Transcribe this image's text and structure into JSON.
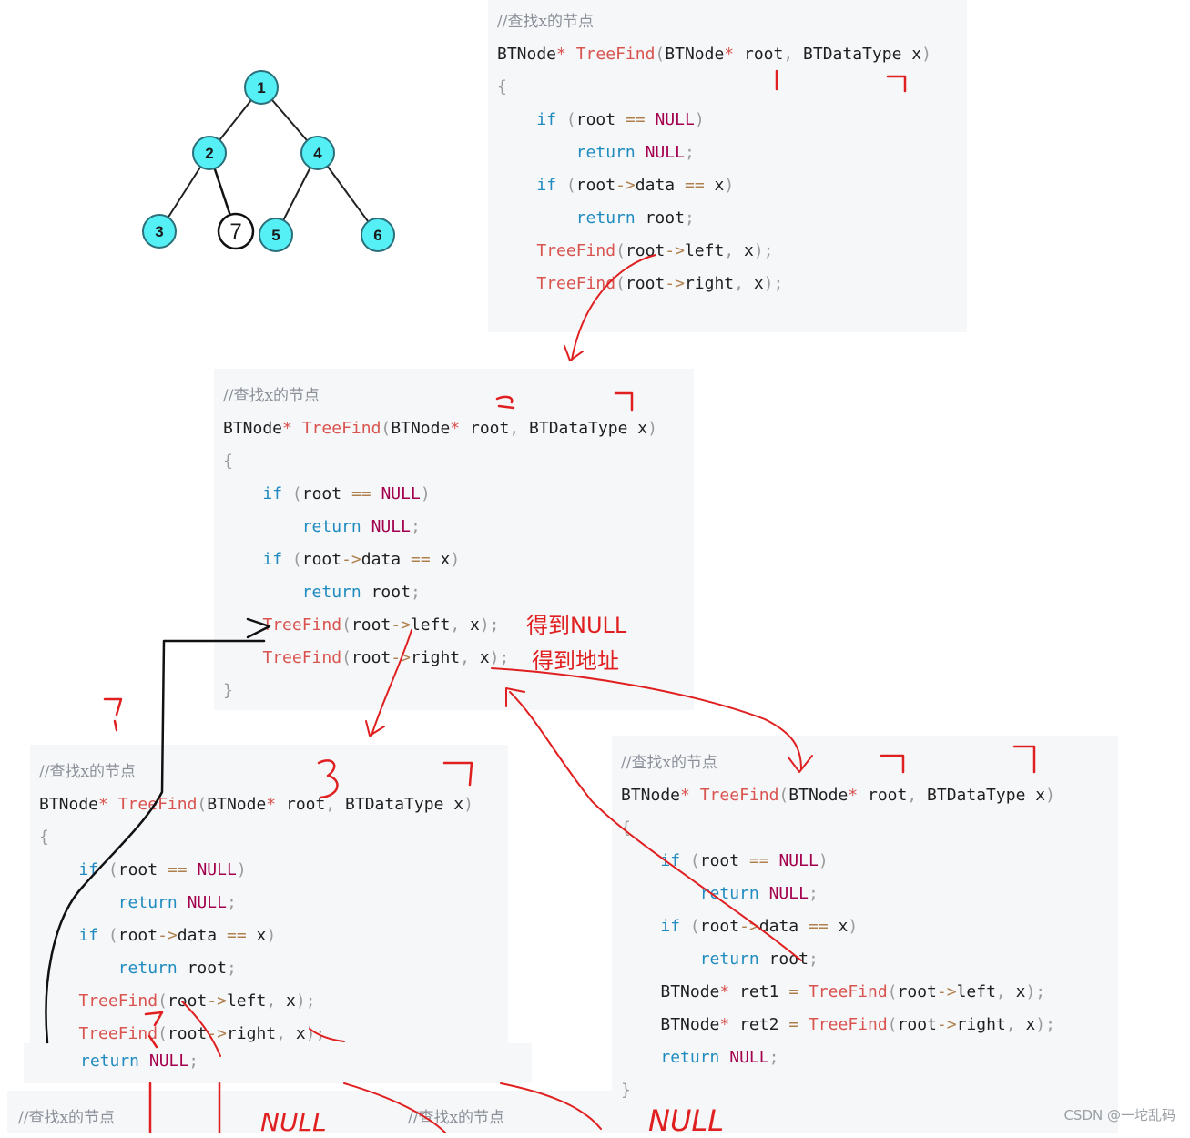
{
  "tree": {
    "nodes": [
      "1",
      "2",
      "4",
      "3",
      "7",
      "5",
      "6"
    ]
  },
  "code": {
    "comment": "//查找x的节点",
    "sig_type": "BTNode",
    "sig_star": "*",
    "sig_fn": "TreeFind",
    "sig_params_a": "BTNode",
    "sig_param_root": "root",
    "sig_param_type": "BTDataType",
    "sig_param_x": "x",
    "open_brace": "{",
    "close_brace": "}",
    "kw_if": "if",
    "kw_return": "return",
    "null": "NULL",
    "root": "root",
    "data": "data",
    "left": "left",
    "right": "right",
    "x": "x",
    "ret1": "ret1",
    "ret2": "ret2"
  },
  "notes": {
    "get_null": "得到NULL",
    "get_addr": "得到地址",
    "null_handwritten_1": "NULL",
    "null_handwritten_2": "NULL"
  },
  "footer": "CSDN @一坨乱码",
  "colors": {
    "node_fill": "#55f0f6",
    "annotation_red": "#e02020",
    "code_bg": "#f6f7f9"
  }
}
